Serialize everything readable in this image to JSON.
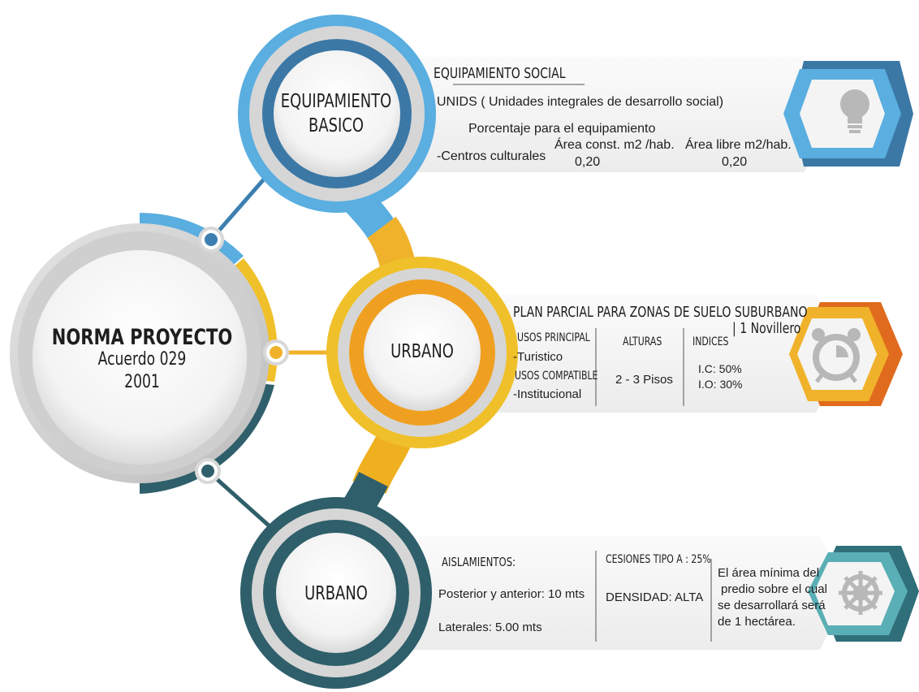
{
  "main": {
    "title": "NORMA PROYECTO",
    "agreement": "Acuerdo 029",
    "year": "2001"
  },
  "circles": {
    "equipamiento": {
      "line1": "EQUIPAMIENTO",
      "line2": "BASICO"
    },
    "urbano_middle": "URBANO",
    "urbano_bottom": "URBANO"
  },
  "panels": {
    "equipamiento": {
      "title": "EQUIPAMIENTO SOCIAL",
      "unids": "UNIDS ( Unidades integrales de desarrollo social)",
      "percentage_heading": "Porcentaje para el equipamiento",
      "col_const": "Área const. m2 /hab.",
      "col_free": "Área libre m2/hab.",
      "row_label": "-Centros culturales",
      "const_value": "0,20",
      "free_value": "0,20"
    },
    "urbano1": {
      "title": "PLAN PARCIAL PARA ZONAS DE SUELO SUBURBANO",
      "location": "| 1 Novillero",
      "uses_main_header": "USOS PRINCIPAL",
      "uses_main_value": "-Turistico",
      "uses_compatible_header": "USOS COMPATIBLE",
      "uses_compatible_value": "-Institucional",
      "heights_header": "ALTURAS",
      "heights_value": "2 - 3 Pisos",
      "indices_header": "INDICES",
      "index_ic": "I.C: 50%",
      "index_io": "I.O: 30%"
    },
    "urbano2": {
      "isolation_header": "AISLAMIENTOS:",
      "isolation_front_back": "Posterior y anterior: 10 mts",
      "isolation_sides": "Laterales: 5.00 mts",
      "cessions": "CESIONES TIPO A : 25%",
      "density": "DENSIDAD: ALTA",
      "min_area_lines": [
        "El área mínima del",
        "predio sobre el cual",
        "se desarrollará será",
        "de 1 hectárea."
      ]
    }
  },
  "colors": {
    "blue": "#5aaee0",
    "dark_blue": "#3b78a6",
    "yellow": "#f0c02a",
    "orange": "#f0a020",
    "teal": "#2f5f6a"
  },
  "icons": [
    "lightbulb-icon",
    "alarm-clock-icon",
    "gear-wheel-icon"
  ]
}
